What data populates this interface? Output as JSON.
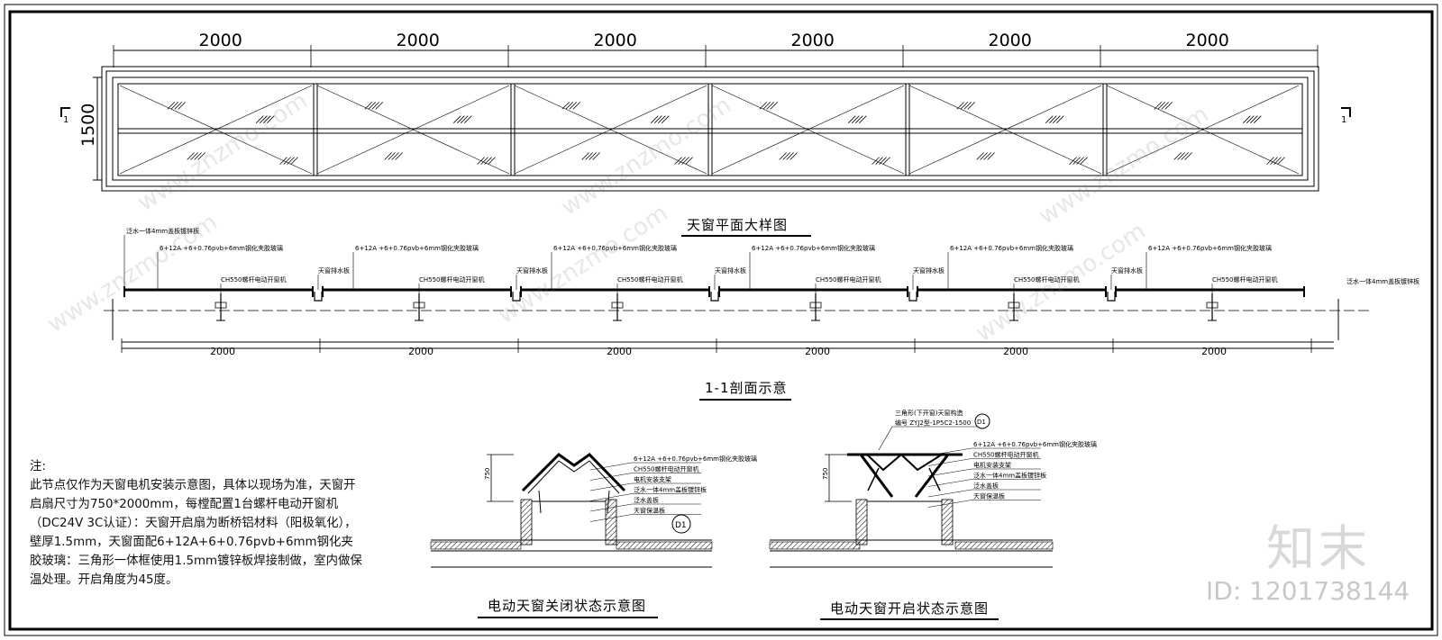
{
  "plan": {
    "dimensions": [
      "2000",
      "2000",
      "2000",
      "2000",
      "2000",
      "2000"
    ],
    "height_dim": "1500",
    "title": "天窗平面大样图",
    "section_marker": "1"
  },
  "section": {
    "title": "1-1剖面示意",
    "dimensions": [
      "2000",
      "2000",
      "2000",
      "2000",
      "2000",
      "2000"
    ],
    "label_flashing_left": "泛水一体4mm盖板镀锌板",
    "label_flashing_right": "泛水一体4mm盖板镀锌板",
    "label_glass": "6+12A +6+0.76pvb+6mm钢化夹胶玻璃",
    "label_motor": "CH550螺杆电动开窗机",
    "label_gutter": "天窗排水板"
  },
  "detail_closed": {
    "title": "电动天窗关闭状态示意图",
    "height_dim": "750",
    "labels": [
      "6+12A +6+0.76pvb+6mm钢化夹胶玻璃",
      "CH550螺杆电动开窗机",
      "电机安装支架",
      "泛水一体4mm盖板镀锌板",
      "泛水盖板",
      "天窗保温板"
    ],
    "marker": "D1"
  },
  "detail_open": {
    "title": "电动天窗开启状态示意图",
    "height_dim": "750",
    "top_label": "三角形(下开窗)天窗构造",
    "top_label_2": "编号 ZYJ2型-1P5C2-1500",
    "labels": [
      "6+12A +6+0.76pvb+6mm钢化夹胶玻璃",
      "CH550螺杆电动开窗机",
      "电机安装支架",
      "泛水一体4mm盖板镀锌板",
      "泛水盖板",
      "天窗保温板"
    ],
    "marker": "D1"
  },
  "notes": {
    "heading": "注:",
    "body": "此节点仅作为天窗电机安装示意图，具体以现场为准，天窗开启扇尺寸为750*2000mm，每樘配置1台螺杆电动开窗机（DC24V 3C认证）：天窗开启扇为断桥铝材料（阳极氧化），壁厚1.5mm，天窗面配6+12A+6+0.76pvb+6mm钢化夹胶玻璃：三角形一体框使用1.5mm镀锌板焊接制做，室内做保温处理。开启角度为45度。"
  },
  "watermark": {
    "brand": "知末",
    "id": "ID: 1201738144",
    "url": "www.znzmo.com"
  }
}
